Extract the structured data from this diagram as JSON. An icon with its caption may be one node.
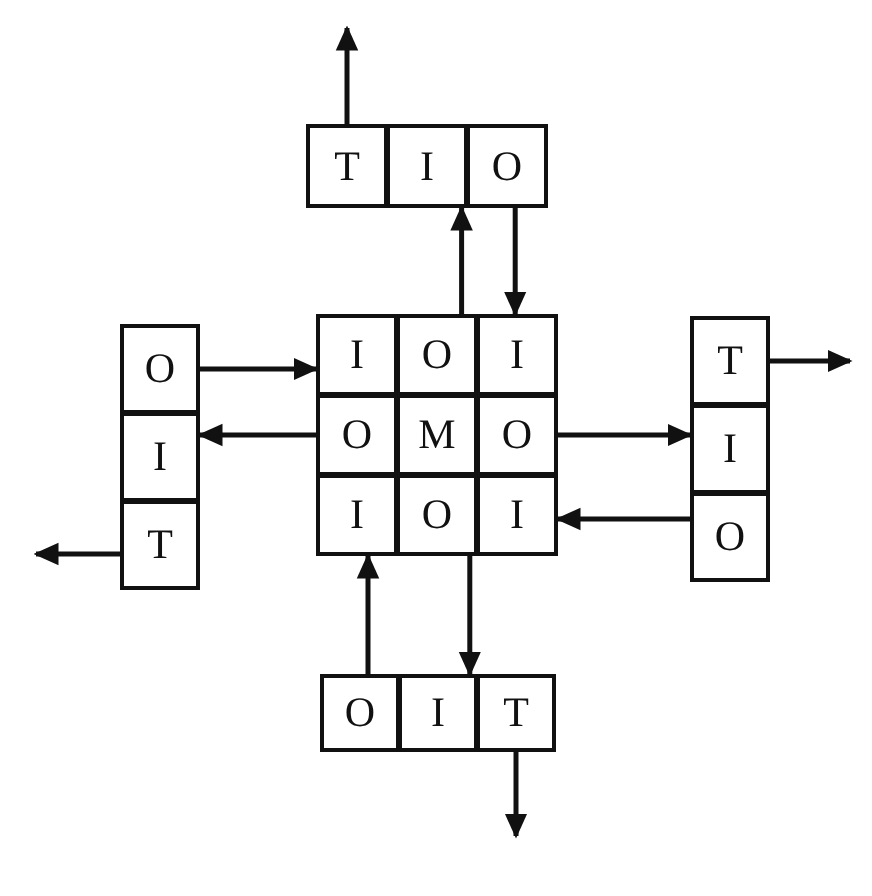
{
  "diagram": {
    "nodes": [
      {
        "text": [
          "T"
        ]
      },
      {
        "text": [
          "I"
        ]
      },
      {
        "text": [
          "O"
        ]
      },
      {
        "text": [
          "O"
        ]
      },
      {
        "text": [
          "I"
        ]
      },
      {
        "text": [
          "O"
        ]
      },
      {
        "text": [
          "I"
        ]
      },
      {
        "text": [
          "T"
        ]
      },
      {
        "text": [
          "I"
        ]
      },
      {
        "text": [
          "O"
        ]
      },
      {
        "text": [
          "M"
        ]
      },
      {
        "text": [
          "O"
        ]
      },
      {
        "text": [
          "I"
        ]
      },
      {
        "text": [
          "T"
        ]
      },
      {
        "text": [
          "I"
        ]
      },
      {
        "text": [
          "O"
        ]
      },
      {
        "text": [
          "I"
        ]
      },
      {
        "text": [
          "O"
        ]
      },
      {
        "text": [
          "O"
        ]
      },
      {
        "text": [
          "I"
        ]
      },
      {
        "text": [
          "T"
        ]
      }
    ],
    "edges": [
      {
        "from": 0,
        "to": null,
        "arrow": "to"
      },
      {
        "from": 5,
        "to": 1,
        "arrow": "to"
      },
      {
        "from": 2,
        "to": 6,
        "arrow": "to"
      },
      {
        "from": 3,
        "to": 4,
        "arrow": "to"
      },
      {
        "from": 9,
        "to": 8,
        "arrow": "to"
      },
      {
        "from": 13,
        "to": null,
        "arrow": "to"
      },
      {
        "from": 7,
        "to": null,
        "arrow": "to"
      },
      {
        "from": 11,
        "to": 12,
        "arrow": "to"
      },
      {
        "from": 17,
        "to": 16,
        "arrow": "to"
      },
      {
        "from": 18,
        "to": 14,
        "arrow": "to"
      },
      {
        "from": 15,
        "to": 19,
        "arrow": "to"
      },
      {
        "from": 20,
        "to": null,
        "arrow": "to"
      }
    ]
  }
}
